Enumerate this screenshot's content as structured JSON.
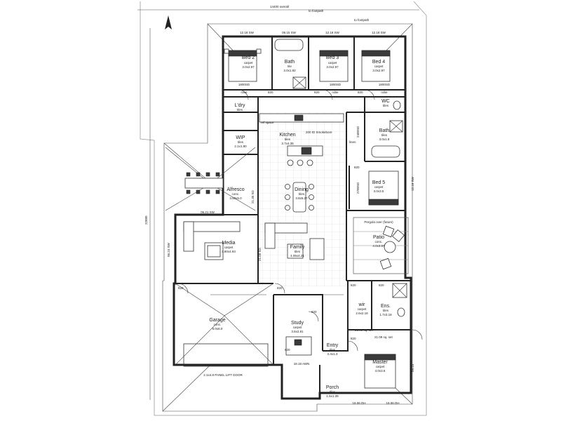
{
  "dimensions": {
    "overall_width": "14400 overall",
    "overall_depth": "22880",
    "boundary_note": "to footpath",
    "top_note": "to footpath"
  },
  "rooms": {
    "bed2": {
      "name": "Bed 2",
      "finish": "carpet",
      "size": "3.0x2.97"
    },
    "bath": {
      "name": "Bath",
      "finish": "tile",
      "size": "3.0x1.82"
    },
    "bed3": {
      "name": "Bed 3",
      "finish": "carpet",
      "size": "3.0x2.97"
    },
    "bed4": {
      "name": "Bed 4",
      "finish": "carpet",
      "size": "3.0x2.97"
    },
    "ldry": {
      "name": "L'dry",
      "finish": "tiles"
    },
    "wc": {
      "name": "WC",
      "finish": "tiles"
    },
    "wip": {
      "name": "WIP",
      "finish": "tiles",
      "size": "2.1x1.80"
    },
    "kitchen": {
      "name": "Kitchen",
      "finish": "tiles",
      "size": "3.7x4.35"
    },
    "bath2": {
      "name": "Bath",
      "finish": "tiles",
      "size": "3.0x1.8"
    },
    "alfresco": {
      "name": "Alfresco",
      "finish": "conc.",
      "size": "3.50x5.0"
    },
    "dining": {
      "name": "Dining",
      "finish": "tiles",
      "size": "3.8x5.27"
    },
    "bed5": {
      "name": "Bed 5",
      "finish": "carpet",
      "size": "3.0x3.5"
    },
    "patio": {
      "name": "Patio",
      "finish": "conc.",
      "size": "4.0x3.67",
      "note": "Pergola over (future)"
    },
    "media": {
      "name": "Media",
      "finish": "carpet",
      "size": "3.80x4.93"
    },
    "family": {
      "name": "Family",
      "finish": "tiles",
      "size": "4.05x4.21"
    },
    "wir": {
      "name": "wir",
      "finish": "carpet",
      "size": "2.6x2.18"
    },
    "ens": {
      "name": "Ens.",
      "finish": "tiles",
      "size": "1.7x3.18"
    },
    "garage": {
      "name": "Garage",
      "finish": "conc.",
      "size": "6.0x6.0"
    },
    "study": {
      "name": "Study",
      "finish": "carpet",
      "size": "3.6x2.81"
    },
    "entry": {
      "name": "Entry",
      "finish": "tiles",
      "size": "2.4x1.3"
    },
    "master": {
      "name": "Master",
      "finish": "carpet",
      "size": "4.0x3.6"
    },
    "porch": {
      "name": "Porch",
      "finish": "tiles",
      "size": "1.5x1.39"
    }
  },
  "labels": {
    "w1": "12.18 SW",
    "w2": "06.15 SW",
    "w3": "12.18 SW",
    "w4": "12.18 SW",
    "robe1": "1800SD",
    "robe2": "1800SD",
    "robe3": "1800SD",
    "robe_label1": "robe",
    "robe_label2": "robe",
    "robe_label3": "robe",
    "d820a": "820",
    "d820b": "820",
    "d820c": "820",
    "d820d": "820",
    "d820e": "820",
    "d820f": "820",
    "d820g": "820",
    "d820h": "820",
    "d820i": "820",
    "d820j": "820",
    "fridge": "ref space",
    "pantry_sd": "2400SD",
    "robe_sd5": "2700SD",
    "w_ls": "06.21 SW",
    "w_media": "06.24 SW",
    "w_alf": "21.30 SD",
    "w_fam": "21.09 SD",
    "w_bed5": "12.18 SW",
    "ens_set1": "21.09 sq. set",
    "ens_set2": "21.09 sq. set",
    "garage_door": "2.1x4.8 PANEL LIFT DOOR",
    "aw_entry": "18.18 AWN",
    "dh1": "18.06 DH",
    "dh2": "18.06 DH",
    "master_w": "09.15",
    "linen": "linen",
    "study_w": "820",
    "range": "200 ID Smokebore"
  },
  "icons": {
    "north": "north-arrow-icon"
  }
}
